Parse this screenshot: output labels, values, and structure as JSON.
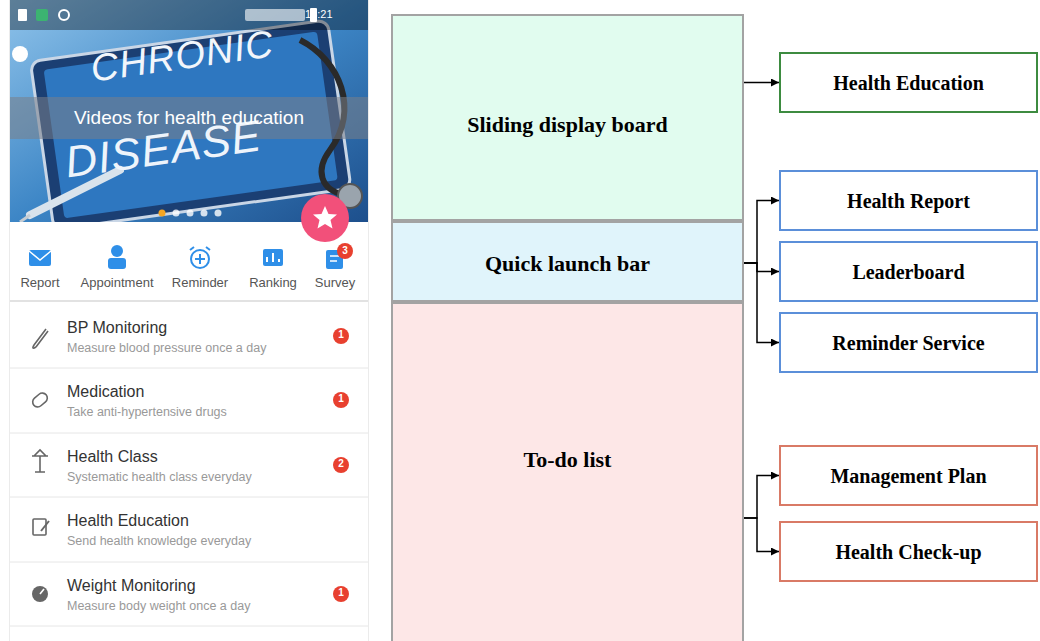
{
  "diagram": {
    "nodes": [
      {
        "text": [
          "Sliding display board"
        ]
      },
      {
        "text": [
          "Quick launch bar"
        ]
      },
      {
        "text": [
          "To-do list"
        ]
      },
      {
        "text": [
          "Health Education"
        ]
      },
      {
        "text": [
          "Health Report"
        ]
      },
      {
        "text": [
          "Leaderboard"
        ]
      },
      {
        "text": [
          "Reminder Service"
        ]
      },
      {
        "text": [
          "Management Plan"
        ]
      },
      {
        "text": [
          "Health Check-up"
        ]
      }
    ],
    "edges": [
      {
        "from": 0,
        "to": 3,
        "arrow": "to"
      },
      {
        "from": 1,
        "to": 4,
        "arrow": "to"
      },
      {
        "from": 1,
        "to": 5,
        "arrow": "to"
      },
      {
        "from": 1,
        "to": 6,
        "arrow": "to"
      },
      {
        "from": 2,
        "to": 7,
        "arrow": "to"
      },
      {
        "from": 2,
        "to": 8,
        "arrow": "to"
      }
    ],
    "labels": [
      "15:21",
      "CHRONIC",
      "DISEASE",
      "Videos for health education",
      "Report",
      "Appointment",
      "Reminder",
      "Ranking",
      "Survey",
      "3",
      "BP Monitoring",
      "Measure blood pressure once a day",
      "1",
      "Medication",
      "Take anti-hypertensive drugs",
      "1",
      "Health Class",
      "Systematic health class everyday",
      "2",
      "Health Education",
      "Send health knowledge everyday",
      "Weight Monitoring",
      "Measure body weight once a day",
      "1"
    ]
  }
}
